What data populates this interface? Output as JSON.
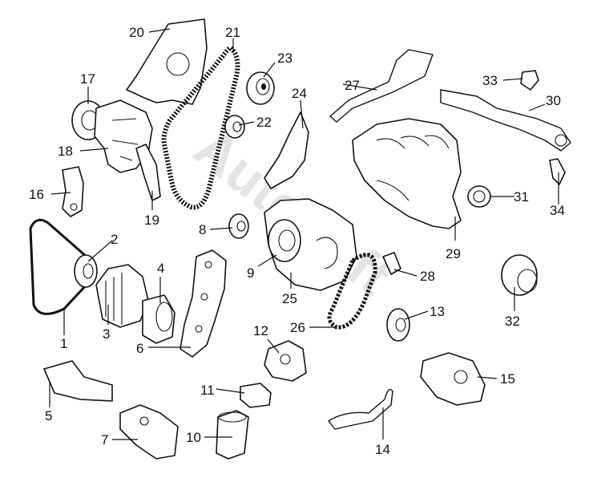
{
  "watermark": "AutoSoft",
  "callouts": [
    {
      "id": "1",
      "label": "1"
    },
    {
      "id": "2",
      "label": "2"
    },
    {
      "id": "3",
      "label": "3"
    },
    {
      "id": "4",
      "label": "4"
    },
    {
      "id": "5",
      "label": "5"
    },
    {
      "id": "6",
      "label": "6"
    },
    {
      "id": "7",
      "label": "7"
    },
    {
      "id": "8",
      "label": "8"
    },
    {
      "id": "9",
      "label": "9"
    },
    {
      "id": "10",
      "label": "10"
    },
    {
      "id": "11",
      "label": "11"
    },
    {
      "id": "12",
      "label": "12"
    },
    {
      "id": "13",
      "label": "13"
    },
    {
      "id": "14",
      "label": "14"
    },
    {
      "id": "15",
      "label": "15"
    },
    {
      "id": "16",
      "label": "16"
    },
    {
      "id": "17",
      "label": "17"
    },
    {
      "id": "18",
      "label": "18"
    },
    {
      "id": "19",
      "label": "19"
    },
    {
      "id": "20",
      "label": "20"
    },
    {
      "id": "21",
      "label": "21"
    },
    {
      "id": "22",
      "label": "22"
    },
    {
      "id": "23",
      "label": "23"
    },
    {
      "id": "24",
      "label": "24"
    },
    {
      "id": "25",
      "label": "25"
    },
    {
      "id": "26",
      "label": "26"
    },
    {
      "id": "27",
      "label": "27"
    },
    {
      "id": "28",
      "label": "28"
    },
    {
      "id": "29",
      "label": "29"
    },
    {
      "id": "30",
      "label": "30"
    },
    {
      "id": "31",
      "label": "31"
    },
    {
      "id": "32",
      "label": "32"
    },
    {
      "id": "33",
      "label": "33"
    },
    {
      "id": "34",
      "label": "34"
    }
  ]
}
